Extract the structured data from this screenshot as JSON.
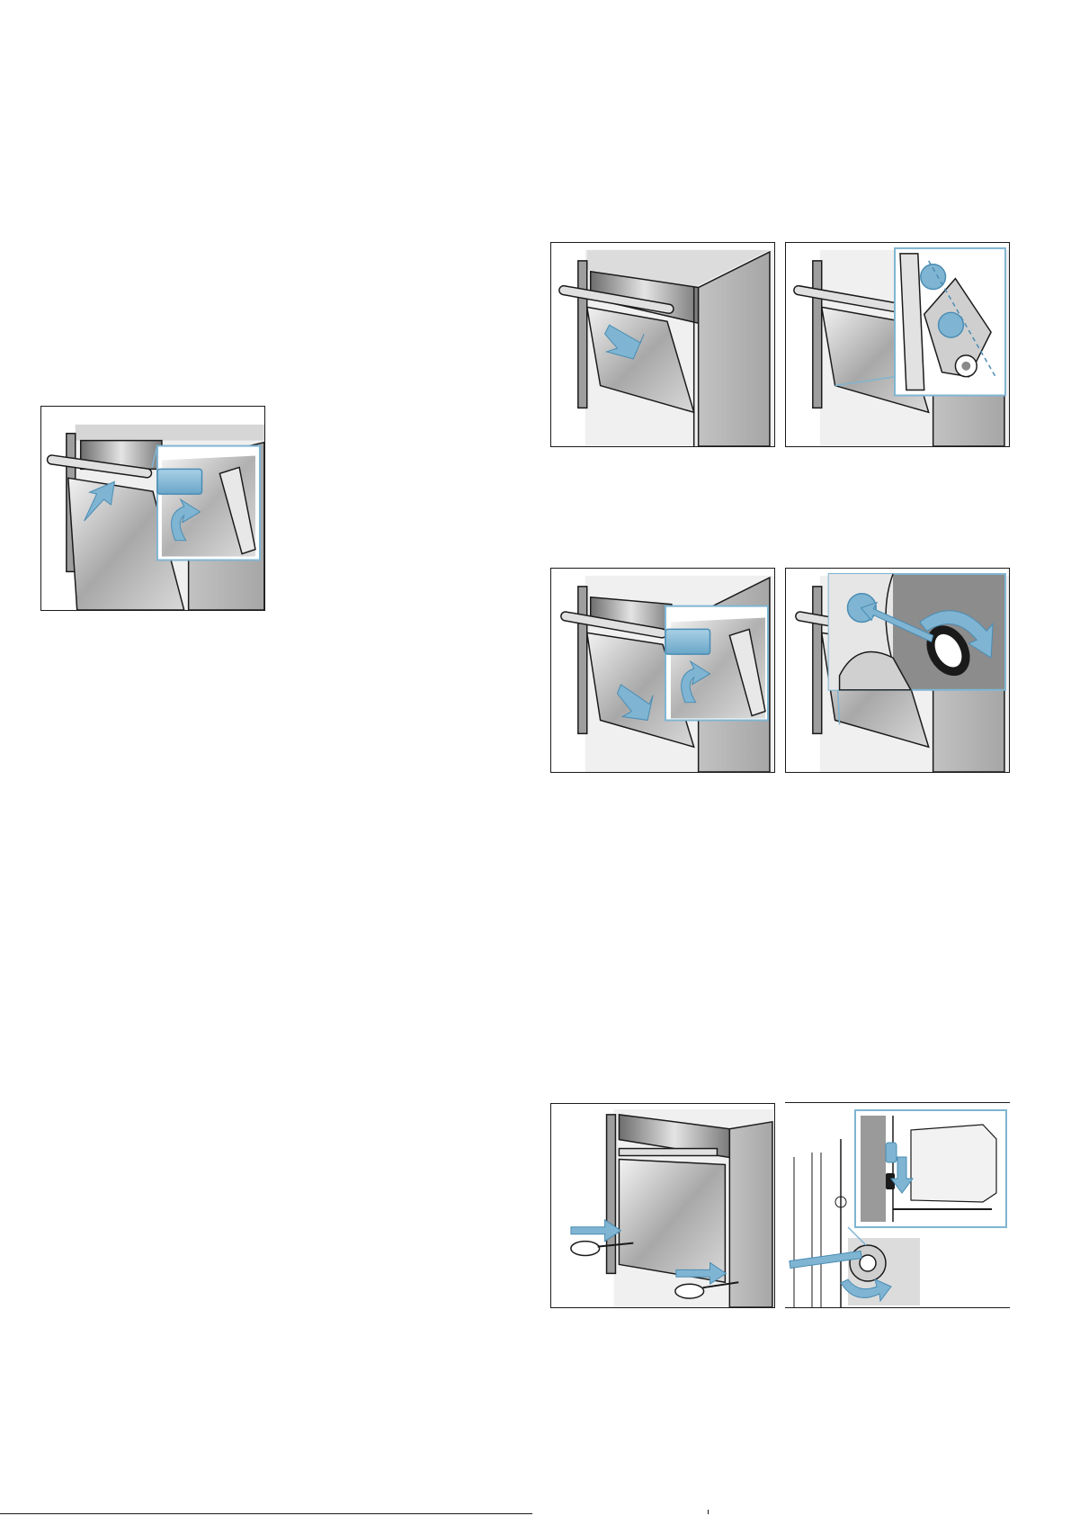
{
  "figures": [
    {
      "id": "door-unhook-lift",
      "icon": "door-hinge-lock-lift-icon"
    },
    {
      "id": "door-tilt-down",
      "icon": "door-tilt-down-icon"
    },
    {
      "id": "hinge-roller-detail",
      "icon": "hinge-roller-icon"
    },
    {
      "id": "door-close-hinge-lock",
      "icon": "door-close-lock-icon"
    },
    {
      "id": "lamp-cover-rotate",
      "icon": "lamp-cover-rotate-icon"
    },
    {
      "id": "screwdriver-panel",
      "icon": "screwdriver-insert-icon"
    },
    {
      "id": "clip-release-detail",
      "icon": "clip-release-icon"
    }
  ],
  "colors": {
    "accent": "#7fb5d2",
    "accent_dark": "#4a8cb4",
    "line": "#1a1a1a",
    "steel": "#bdbdbd",
    "steel_dark": "#8a8a8a"
  }
}
